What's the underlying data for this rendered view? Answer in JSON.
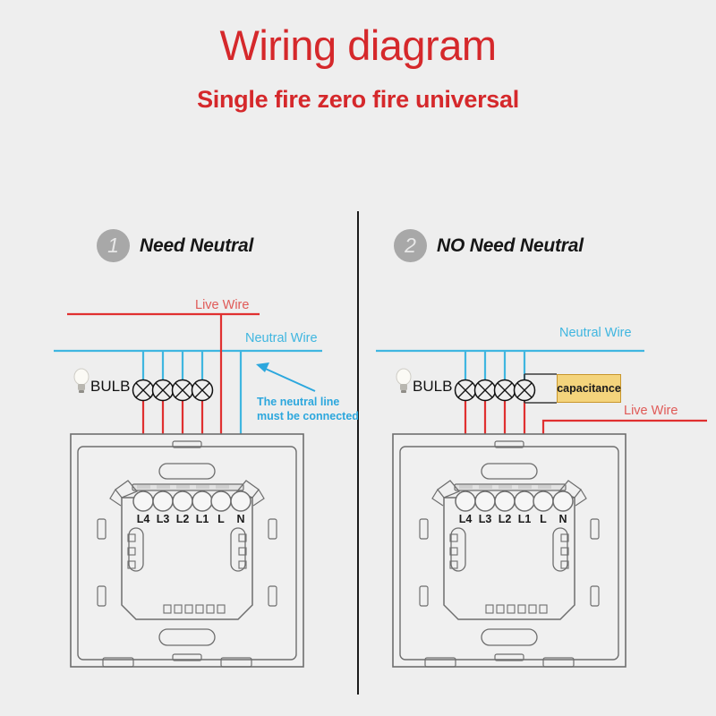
{
  "page": {
    "title": "Wiring diagram",
    "subtitle": "Single fire zero fire universal",
    "background_color": "#eeeeee"
  },
  "colors": {
    "title_red": "#d5282b",
    "live_wire_red": "#e03030",
    "live_label_red": "#e05a57",
    "neutral_wire_cyan": "#3fb6e0",
    "neutral_label_cyan": "#3fb6e0",
    "note_cyan": "#2ca7dd",
    "capacitance_fill": "#f4d47c",
    "capacitance_border": "#c8962c",
    "step_circle_gray": "#a8a8a8",
    "switch_outline_gray": "#6e6e6e",
    "divider_dark": "#1b1b1b"
  },
  "panels": [
    {
      "id": "need-neutral",
      "step_number": "1",
      "heading": "Need Neutral",
      "live_wire_label": "Live Wire",
      "neutral_wire_label": "Neutral Wire",
      "bulb_label": "BULB",
      "bulb_count": 4,
      "note_line1": "The neutral line",
      "note_line2": "must be connected",
      "has_capacitance": false,
      "terminals": [
        "L4",
        "L3",
        "L2",
        "L1",
        "L",
        "N"
      ],
      "connected_terminals": [
        "L4",
        "L3",
        "L2",
        "L1",
        "L",
        "N"
      ],
      "neutral_connected": true
    },
    {
      "id": "no-need-neutral",
      "step_number": "2",
      "heading": "NO Need Neutral",
      "live_wire_label": "Live Wire",
      "neutral_wire_label": "Neutral Wire",
      "bulb_label": "BULB",
      "bulb_count": 4,
      "capacitance_label": "capacitance",
      "has_capacitance": true,
      "terminals": [
        "L4",
        "L3",
        "L2",
        "L1",
        "L",
        "N"
      ],
      "connected_terminals": [
        "L4",
        "L3",
        "L2",
        "L1",
        "L"
      ],
      "neutral_connected": false
    }
  ]
}
